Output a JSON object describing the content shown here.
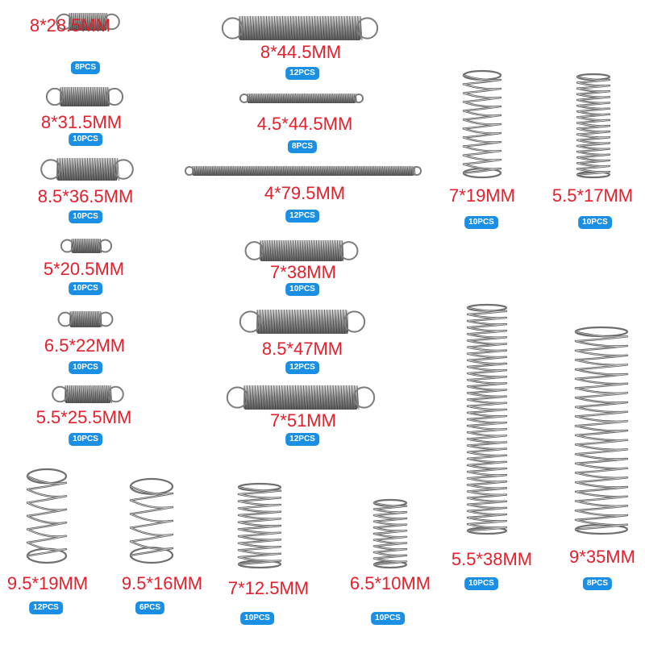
{
  "colors": {
    "label": "#e4202c",
    "badge": "#1a8fe3",
    "steel": "#8a8a8a"
  },
  "springs": [
    {
      "size": "8*28.5MM",
      "count": "8PCS",
      "kind": "extension"
    },
    {
      "size": "8*31.5MM",
      "count": "10PCS",
      "kind": "extension"
    },
    {
      "size": "8.5*36.5MM",
      "count": "10PCS",
      "kind": "extension"
    },
    {
      "size": "5*20.5MM",
      "count": "10PCS",
      "kind": "extension"
    },
    {
      "size": "6.5*22MM",
      "count": "10PCS",
      "kind": "extension"
    },
    {
      "size": "5.5*25.5MM",
      "count": "10PCS",
      "kind": "extension"
    },
    {
      "size": "8*44.5MM",
      "count": "12PCS",
      "kind": "extension"
    },
    {
      "size": "4.5*44.5MM",
      "count": "8PCS",
      "kind": "extension"
    },
    {
      "size": "4*79.5MM",
      "count": "12PCS",
      "kind": "extension"
    },
    {
      "size": "7*38MM",
      "count": "10PCS",
      "kind": "extension"
    },
    {
      "size": "8.5*47MM",
      "count": "12PCS",
      "kind": "extension"
    },
    {
      "size": "7*51MM",
      "count": "12PCS",
      "kind": "extension"
    },
    {
      "size": "7*19MM",
      "count": "10PCS",
      "kind": "compression"
    },
    {
      "size": "5.5*17MM",
      "count": "10PCS",
      "kind": "compression"
    },
    {
      "size": "5.5*38MM",
      "count": "10PCS",
      "kind": "compression"
    },
    {
      "size": "9*35MM",
      "count": "8PCS",
      "kind": "compression"
    },
    {
      "size": "9.5*19MM",
      "count": "12PCS",
      "kind": "compression"
    },
    {
      "size": "9.5*16MM",
      "count": "6PCS",
      "kind": "compression"
    },
    {
      "size": "7*12.5MM",
      "count": "10PCS",
      "kind": "compression"
    },
    {
      "size": "6.5*10MM",
      "count": "10PCS",
      "kind": "compression"
    }
  ]
}
